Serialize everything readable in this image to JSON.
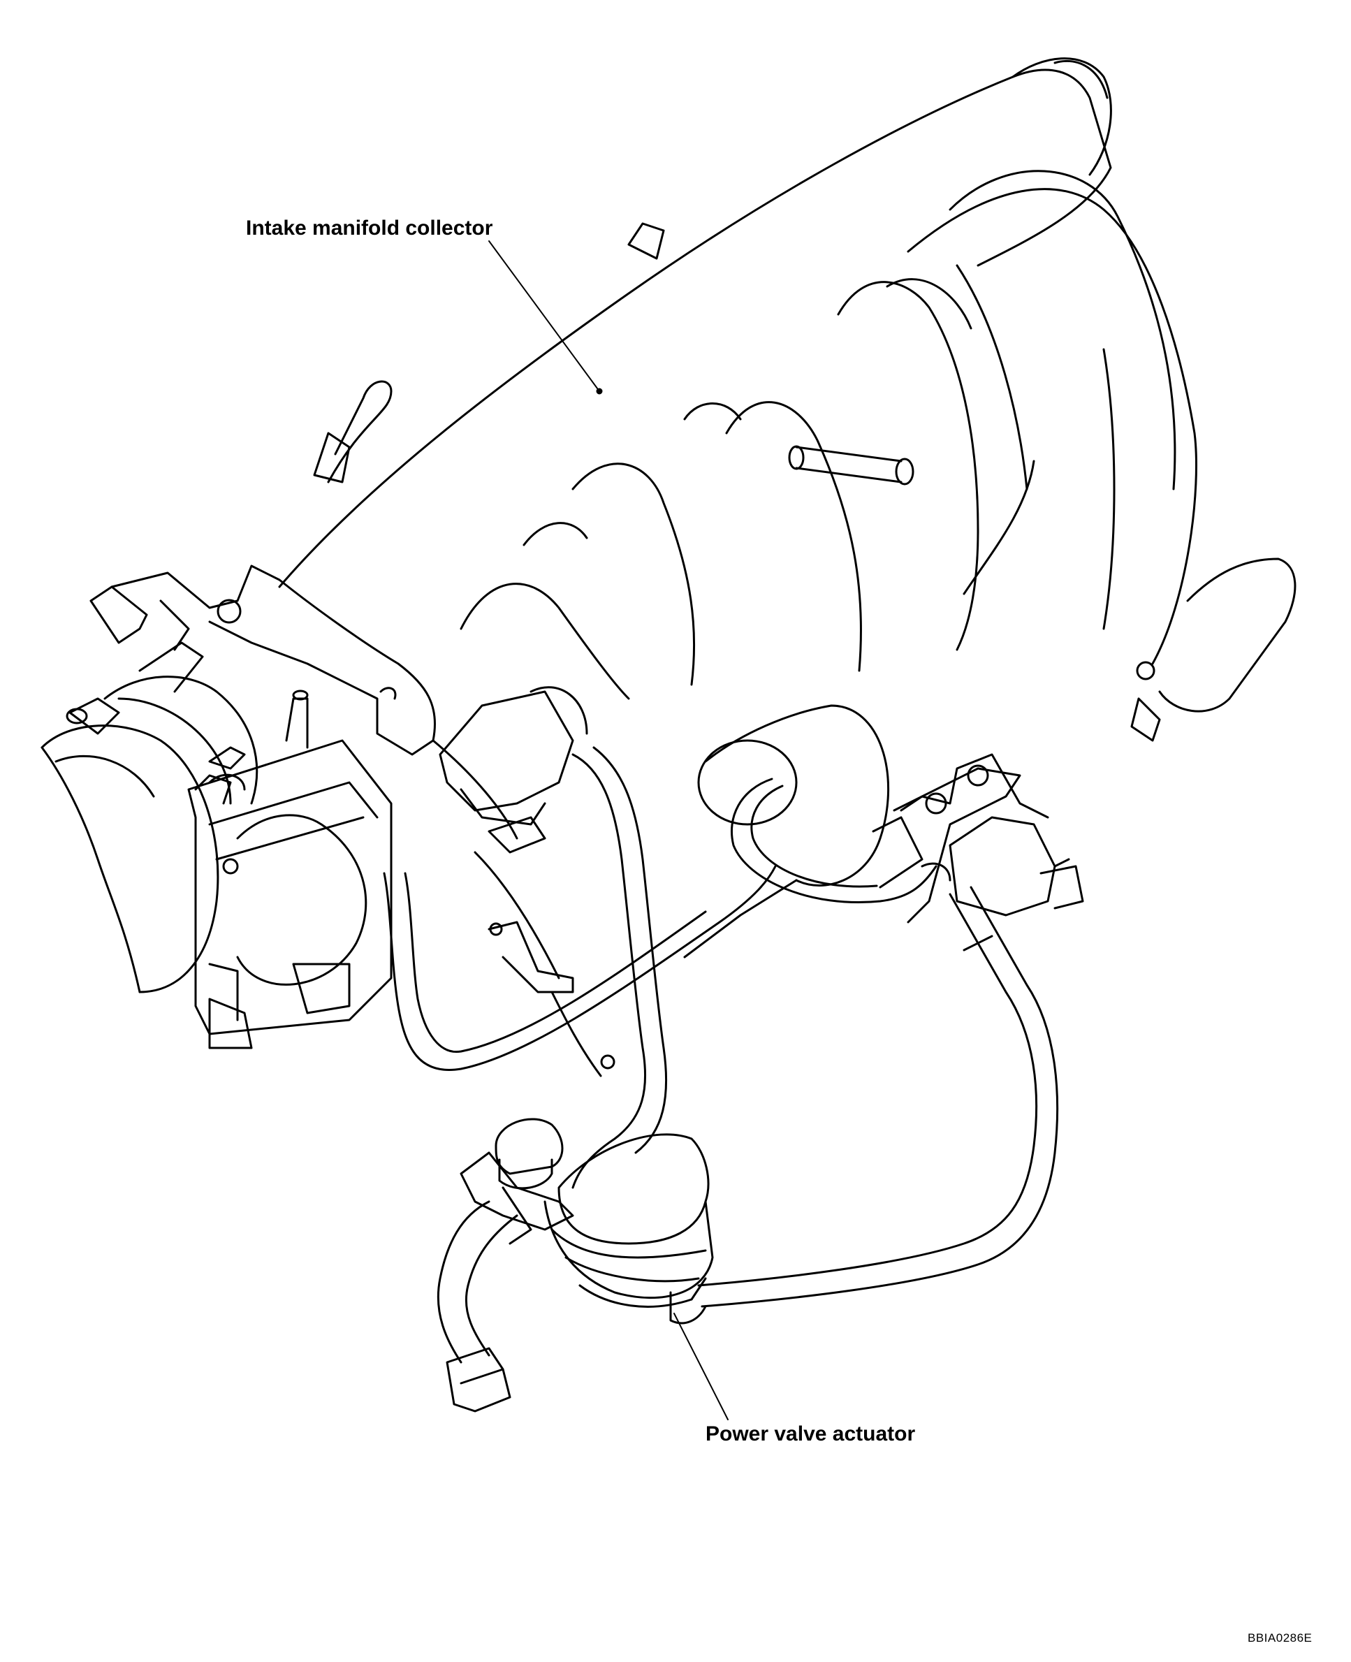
{
  "labels": {
    "collector": "Intake manifold collector",
    "actuator": "Power valve actuator",
    "figure_code": "BBIA0286E"
  },
  "colors": {
    "line": "#000000",
    "background": "#ffffff"
  }
}
